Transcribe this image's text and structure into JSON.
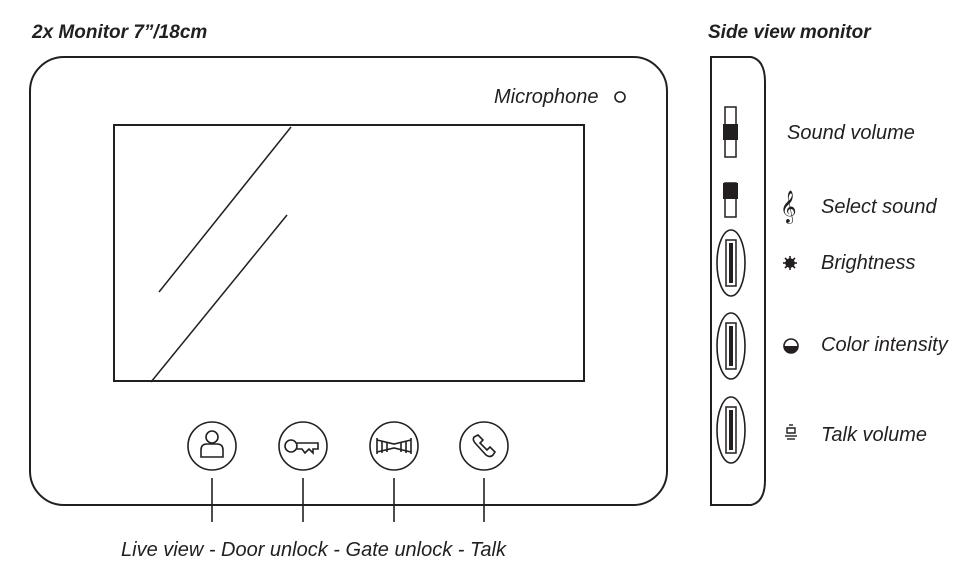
{
  "titles": {
    "monitor": "2x Monitor 7”/18cm",
    "side_view": "Side view monitor"
  },
  "monitor": {
    "microphone_label": "Microphone",
    "buttons_caption": "Live view - Door unlock - Gate unlock - Talk",
    "buttons": [
      {
        "name": "live-view-button",
        "icon": "person-icon"
      },
      {
        "name": "door-unlock-button",
        "icon": "key-icon"
      },
      {
        "name": "gate-unlock-button",
        "icon": "gate-icon"
      },
      {
        "name": "talk-button",
        "icon": "handset-icon"
      }
    ]
  },
  "side_controls": [
    {
      "label": "Sound volume",
      "icon": "slider-icon"
    },
    {
      "label": "Select sound",
      "icon": "treble-clef-icon"
    },
    {
      "label": "Brightness",
      "icon": "sun-icon"
    },
    {
      "label": "Color intensity",
      "icon": "half-circle-icon"
    },
    {
      "label": "Talk volume",
      "icon": "speaker-icon"
    }
  ],
  "colors": {
    "line": "#231f20",
    "background": "#ffffff"
  }
}
